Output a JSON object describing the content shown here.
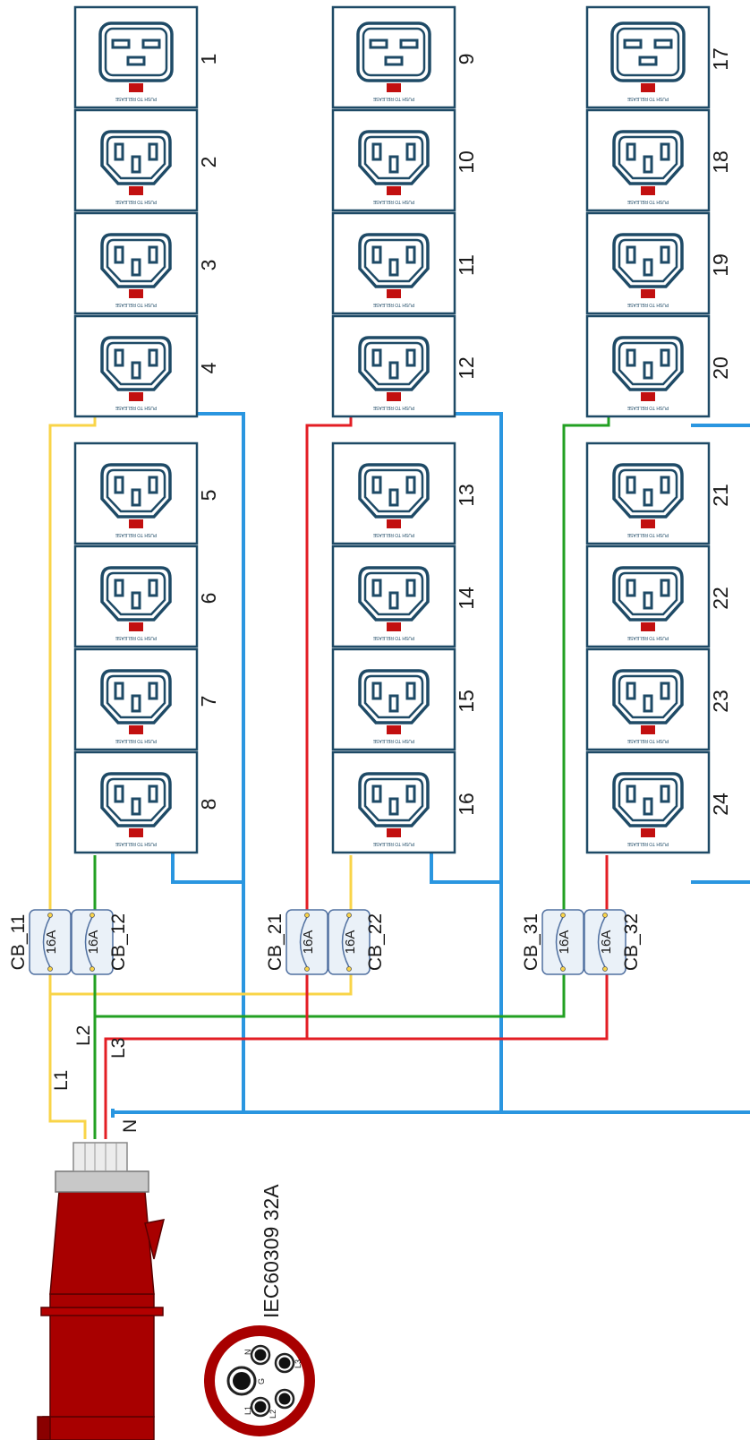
{
  "outlets": [
    {
      "number": "1",
      "type": "C19"
    },
    {
      "number": "2",
      "type": "C13"
    },
    {
      "number": "3",
      "type": "C13"
    },
    {
      "number": "4",
      "type": "C13"
    },
    {
      "number": "5",
      "type": "C13"
    },
    {
      "number": "6",
      "type": "C13"
    },
    {
      "number": "7",
      "type": "C13"
    },
    {
      "number": "8",
      "type": "C13"
    },
    {
      "number": "9",
      "type": "C19"
    },
    {
      "number": "10",
      "type": "C13"
    },
    {
      "number": "11",
      "type": "C13"
    },
    {
      "number": "12",
      "type": "C13"
    },
    {
      "number": "13",
      "type": "C13"
    },
    {
      "number": "14",
      "type": "C13"
    },
    {
      "number": "15",
      "type": "C13"
    },
    {
      "number": "16",
      "type": "C13"
    },
    {
      "number": "17",
      "type": "C19"
    },
    {
      "number": "18",
      "type": "C13"
    },
    {
      "number": "19",
      "type": "C13"
    },
    {
      "number": "20",
      "type": "C13"
    },
    {
      "number": "21",
      "type": "C13"
    },
    {
      "number": "22",
      "type": "C13"
    },
    {
      "number": "23",
      "type": "C13"
    },
    {
      "number": "24",
      "type": "C13"
    }
  ],
  "outlet_release_label": "PUSH TO RELEASE",
  "breakers": [
    {
      "name": "CB_11",
      "rating": "16A",
      "phase": "L1"
    },
    {
      "name": "CB_12",
      "rating": "16A",
      "phase": "L2"
    },
    {
      "name": "CB_21",
      "rating": "16A",
      "phase": "L3"
    },
    {
      "name": "CB_22",
      "rating": "16A",
      "phase": "L1"
    },
    {
      "name": "CB_31",
      "rating": "16A",
      "phase": "L2"
    },
    {
      "name": "CB_32",
      "rating": "16A",
      "phase": "L3"
    }
  ],
  "wires": {
    "L1": "L1",
    "L2": "L2",
    "L3": "L3",
    "N": "N"
  },
  "wire_colors": {
    "L1": "#f9d448",
    "L2": "#22a022",
    "L3": "#e31e24",
    "N": "#2a96e0"
  },
  "plug": {
    "label": "IEC60309  32A",
    "pins": {
      "N": "N",
      "L3": "L3",
      "G": "G",
      "L1": "L1",
      "L2": "L2"
    },
    "body_color": "#a80000"
  },
  "outlet_frame_color": "#1e4a66",
  "release_button_color": "#c21010"
}
